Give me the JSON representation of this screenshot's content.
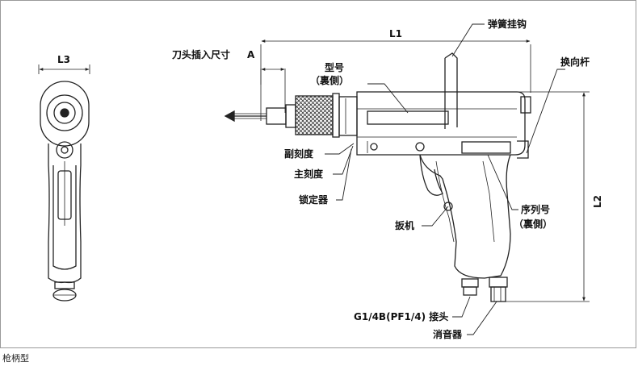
{
  "caption": "枪柄型",
  "dimensions": {
    "L1": "L1",
    "L2": "L2",
    "L3": "L3",
    "A": "A"
  },
  "labels": {
    "bit_insert_size": "刀头插入尺寸",
    "model_no": "型号",
    "model_no_note": "（裏側）",
    "spring_hook": "弹簧挂钩",
    "reverse_lever": "换向杆",
    "sub_scale": "副刻度",
    "main_scale": "主刻度",
    "lock": "锁定器",
    "trigger": "扳机",
    "serial_no": "序列号",
    "serial_no_note": "（裏側）",
    "connector": "G1/4B(PF1/4) 接头",
    "muffler": "消音器"
  },
  "colors": {
    "line": "#222222",
    "frame": "#9a9a9a"
  }
}
